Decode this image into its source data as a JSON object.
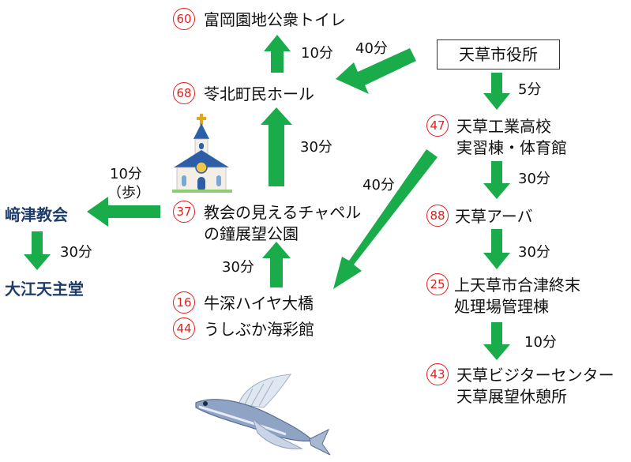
{
  "colors": {
    "arrow": "#1aab4a",
    "badge": "#e02020",
    "church_text": "#1f3d6b"
  },
  "start": {
    "label": "天草市役所"
  },
  "spots": [
    {
      "id": "toilet",
      "number": "60",
      "label": "富岡園地公衆トイレ"
    },
    {
      "id": "hall",
      "number": "68",
      "label": "苓北町民ホール"
    },
    {
      "id": "school",
      "number": "47",
      "line1": "天草工業高校",
      "line2": "実習棟・体育館"
    },
    {
      "id": "chapel",
      "number": "37",
      "line1": "教会の見えるチャペル",
      "line2": "の鐘展望公園"
    },
    {
      "id": "arbor",
      "number": "88",
      "label": "天草アーバ"
    },
    {
      "id": "bridge",
      "number": "16",
      "label": "牛深ハイヤ大橋"
    },
    {
      "id": "museum",
      "number": "44",
      "label": "うしぶか海彩館"
    },
    {
      "id": "plant",
      "number": "25",
      "line1": "上天草市合津終末",
      "line2": "処理場管理棟"
    },
    {
      "id": "visitor",
      "number": "43",
      "line1": "天草ビジターセンター",
      "line2": "天草展望休憩所"
    }
  ],
  "churches": {
    "sakitsu": "﨑津教会",
    "oe": "大江天主堂"
  },
  "times": {
    "hall_to_toilet": "10分",
    "start_to_hall": "40分",
    "start_to_school": "5分",
    "chapel_to_hall": "30分",
    "school_to_bridge": "40分",
    "school_to_arbor": "30分",
    "chapel_to_sakitsu_1": "10分",
    "chapel_to_sakitsu_2": "（歩）",
    "sakitsu_to_oe": "30分",
    "bridge_to_chapel": "30分",
    "arbor_to_plant": "30分",
    "plant_to_visitor": "10分"
  },
  "icons": [
    "church-icon",
    "flying-fish-icon"
  ]
}
